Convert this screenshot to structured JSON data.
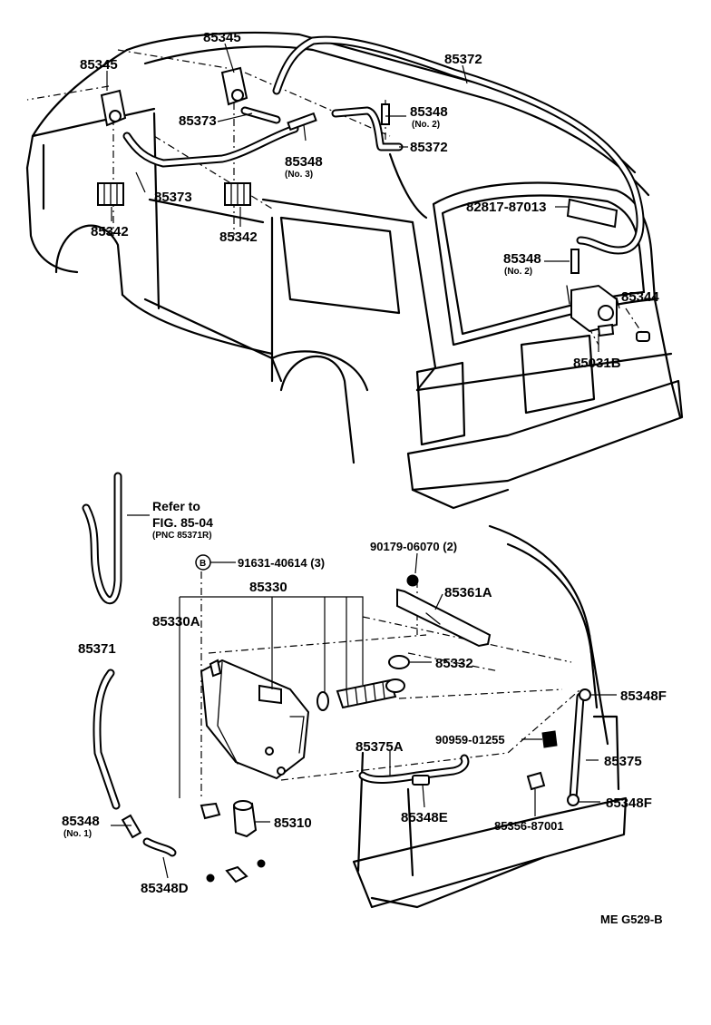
{
  "labels": {
    "p85345_a": "85345",
    "p85345_b": "85345",
    "p85372_a": "85372",
    "p85372_b": "85372",
    "p85373_a": "85373",
    "p85373_b": "85373",
    "p85348_no2_a": "85348",
    "p85348_no2_a_sub": "(No. 2)",
    "p85348_no3": "85348",
    "p85348_no3_sub": "(No. 3)",
    "p85342_a": "85342",
    "p85342_b": "85342",
    "p82817": "82817-87013",
    "p85348_no2_b": "85348",
    "p85348_no2_b_sub": "(No. 2)",
    "p85344": "85344",
    "p85031b": "85031B",
    "refer_line1": "Refer to",
    "refer_line2": "FIG. 85-04",
    "refer_line3": "(PNC 85371R)",
    "bolt_marker": "B",
    "p91631": "91631-40614 (3)",
    "p90179": "90179-06070 (2)",
    "p85330": "85330",
    "p85330a": "85330A",
    "p85361a": "85361A",
    "p85371": "85371",
    "p85332": "85332",
    "p85348f_a": "85348F",
    "p90959": "90959-01255",
    "p85375a": "85375A",
    "p85375": "85375",
    "p85348_no1": "85348",
    "p85348_no1_sub": "(No. 1)",
    "p85310": "85310",
    "p85348e": "85348E",
    "p85356": "85356-87001",
    "p85348f_b": "85348F",
    "p85348d": "85348D",
    "code": "ME  G529-B"
  }
}
